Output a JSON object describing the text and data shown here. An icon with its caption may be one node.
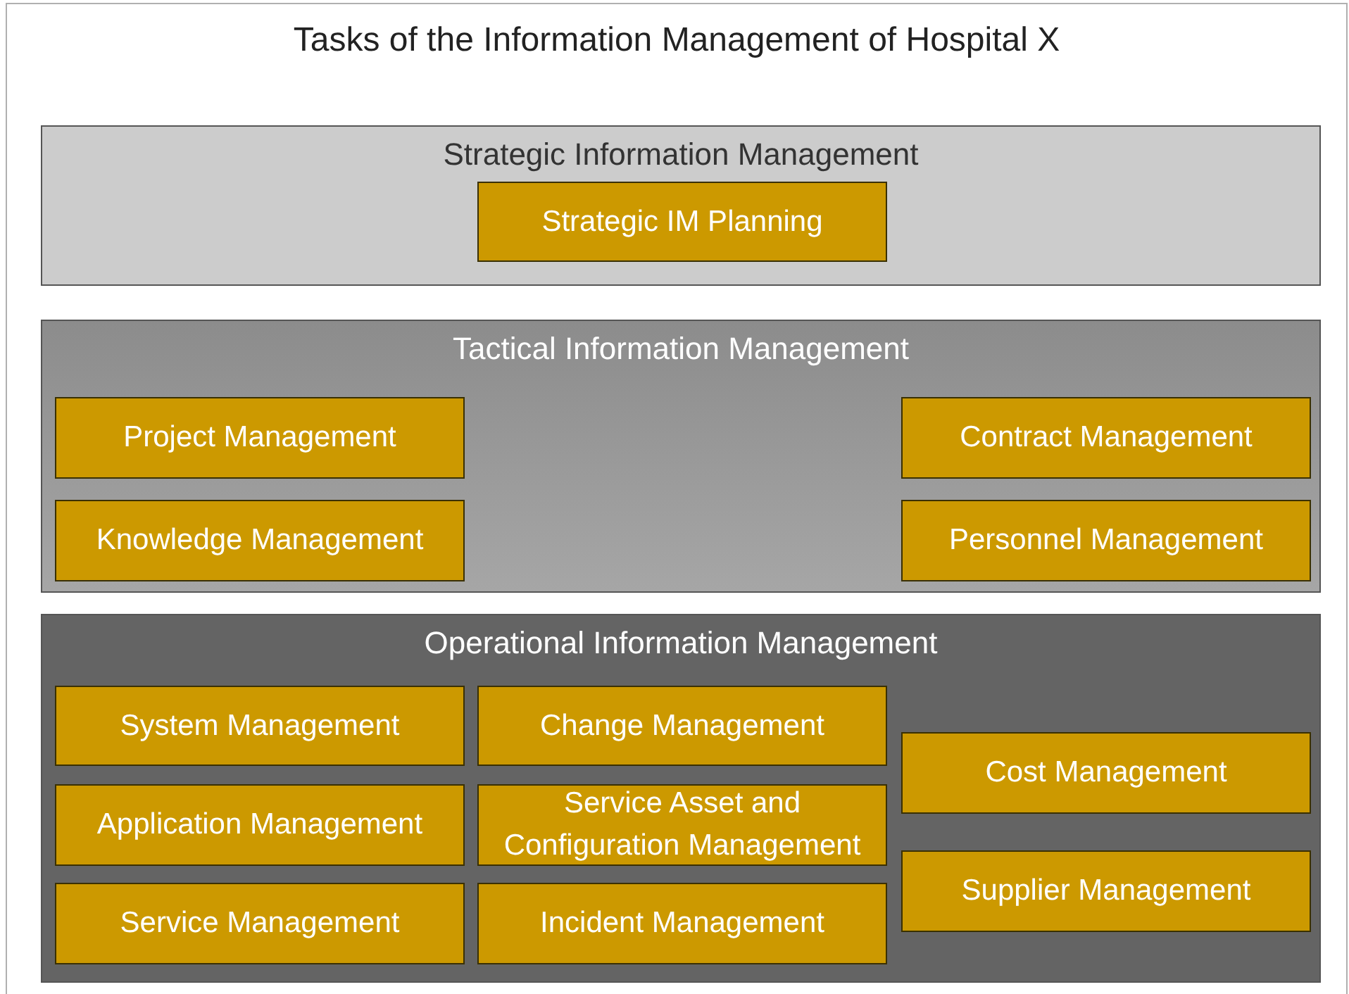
{
  "diagram": {
    "nodes": [
      {
        "text": [
          "Tasks of the Information Management of Hospital X"
        ]
      },
      {
        "text": [
          "Strategic Information Management"
        ],
        "in": 0
      },
      {
        "text": [
          "Strategic IM Planning"
        ],
        "in": 1
      },
      {
        "text": [
          "Tactical Information Management"
        ],
        "in": 0
      },
      {
        "text": [
          "Project Management"
        ],
        "in": 3
      },
      {
        "text": [
          "Contract Management"
        ],
        "in": 3
      },
      {
        "text": [
          "Knowledge Management"
        ],
        "in": 3
      },
      {
        "text": [
          "Personnel Management"
        ],
        "in": 3
      },
      {
        "text": [
          "Operational Information Management"
        ],
        "in": 0
      },
      {
        "text": [
          "System Management"
        ],
        "in": 8
      },
      {
        "text": [
          "Change Management"
        ],
        "in": 8
      },
      {
        "text": [
          "Cost Management"
        ],
        "in": 8
      },
      {
        "text": [
          "Application Management"
        ],
        "in": 8
      },
      {
        "text": [
          "Service Asset and Configuration Management"
        ],
        "in": 8
      },
      {
        "text": [
          "Supplier Management"
        ],
        "in": 8
      },
      {
        "text": [
          "Service Management"
        ],
        "in": 8
      },
      {
        "text": [
          "Incident Management"
        ],
        "in": 8
      }
    ]
  }
}
